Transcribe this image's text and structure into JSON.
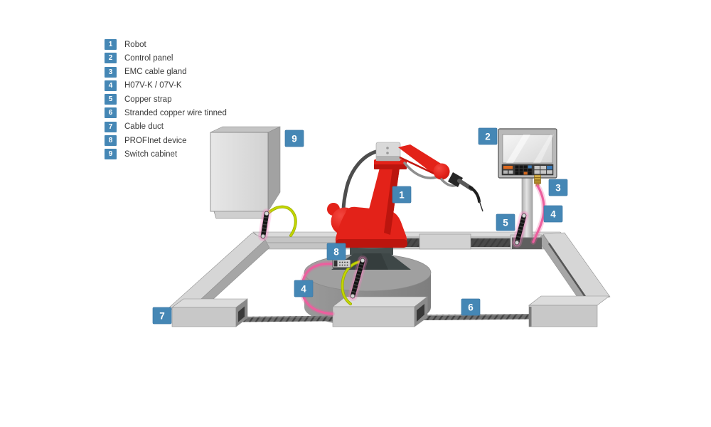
{
  "legend": {
    "items": [
      {
        "num": "1",
        "label": "Robot"
      },
      {
        "num": "2",
        "label": "Control panel"
      },
      {
        "num": "3",
        "label": "EMC cable gland"
      },
      {
        "num": "4",
        "label": "H07V-K / 07V-K"
      },
      {
        "num": "5",
        "label": "Copper strap"
      },
      {
        "num": "6",
        "label": "Stranded copper wire tinned"
      },
      {
        "num": "7",
        "label": "Cable duct"
      },
      {
        "num": "8",
        "label": "PROFInet device"
      },
      {
        "num": "9",
        "label": "Switch cabinet"
      }
    ]
  },
  "diagram": {
    "callouts": [
      {
        "num": "1"
      },
      {
        "num": "2"
      },
      {
        "num": "3"
      },
      {
        "num": "4"
      },
      {
        "num": "5"
      },
      {
        "num": "6"
      },
      {
        "num": "7"
      },
      {
        "num": "8"
      },
      {
        "num": "4"
      },
      {
        "num": "9"
      }
    ]
  },
  "colors": {
    "badge_blue": "#4587b5",
    "robot_red": "#e32219",
    "robot_red_dark": "#bb150e",
    "cable_pink": "#ec5f9e",
    "wire_green": "#c3d600",
    "wire_green_dark": "#9aac00",
    "legend_text": "#3a3a3a"
  }
}
